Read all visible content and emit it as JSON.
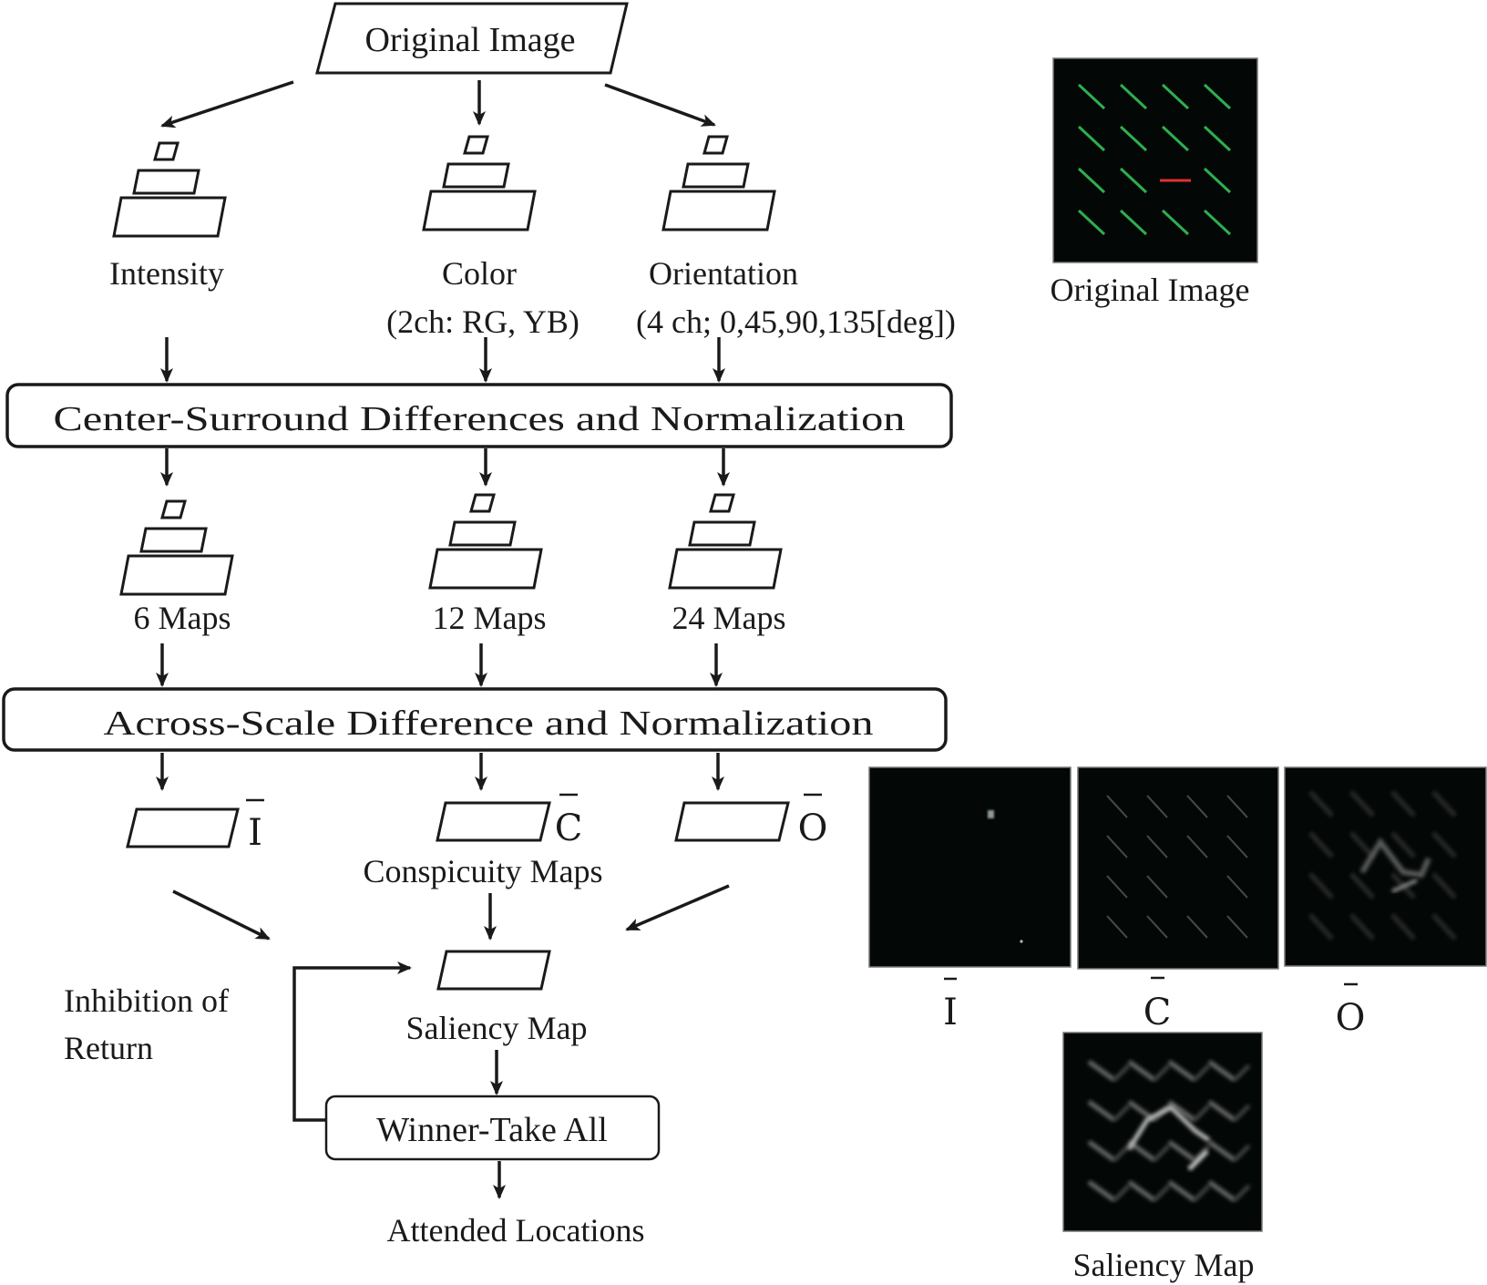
{
  "diagram": {
    "input_node": {
      "label": "Original Image"
    },
    "channels": [
      {
        "id": "intensity",
        "label": "Intensity",
        "sublabel": "",
        "maps_label": "6 Maps",
        "conspicuity_symbol": "I"
      },
      {
        "id": "color",
        "label": "Color",
        "sublabel": "(2ch: RG, YB)",
        "maps_label": "12 Maps",
        "conspicuity_symbol": "C"
      },
      {
        "id": "orientation",
        "label": "Orientation",
        "sublabel": "(4 ch; 0,45,90,135[deg])",
        "maps_label": "24 Maps",
        "conspicuity_symbol": "O"
      }
    ],
    "stage1_box": {
      "label": "Center-Surround Differences and Normalization"
    },
    "stage2_box": {
      "label": "Across-Scale Difference and Normalization"
    },
    "conspicuity_label": "Conspicuity Maps",
    "saliency_node": {
      "label": "Saliency Map"
    },
    "wta_box": {
      "label": "Winner-Take All"
    },
    "feedback_label_line1": "Inhibition of",
    "feedback_label_line2": "Return",
    "output_label": "Attended Locations"
  },
  "examples": {
    "original_image": {
      "caption": "Original Image",
      "grid_rows": 4,
      "grid_cols": 4,
      "distractor_color": "#2fae4f",
      "target_color": "#e03030",
      "target_cell": [
        2,
        2
      ],
      "background": "#030806"
    },
    "conspicuity_panels": [
      {
        "symbol": "I"
      },
      {
        "symbol": "C"
      },
      {
        "symbol": "O"
      }
    ],
    "saliency_panel": {
      "caption": "Saliency Map"
    }
  }
}
